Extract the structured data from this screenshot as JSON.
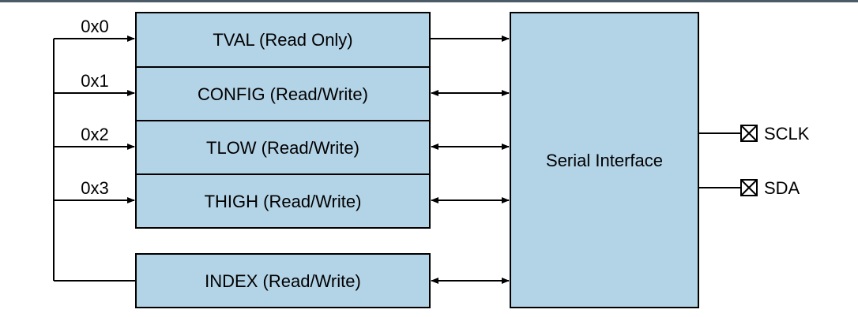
{
  "registers": [
    {
      "address": "0x0",
      "label": "TVAL (Read Only)"
    },
    {
      "address": "0x1",
      "label": "CONFIG (Read/Write)"
    },
    {
      "address": "0x2",
      "label": "TLOW (Read/Write)"
    },
    {
      "address": "0x3",
      "label": "THIGH (Read/Write)"
    }
  ],
  "index_register": {
    "label": "INDEX (Read/Write)"
  },
  "serial_interface": {
    "label": "Serial Interface"
  },
  "pins": [
    {
      "label": "SCLK"
    },
    {
      "label": "SDA"
    }
  ]
}
